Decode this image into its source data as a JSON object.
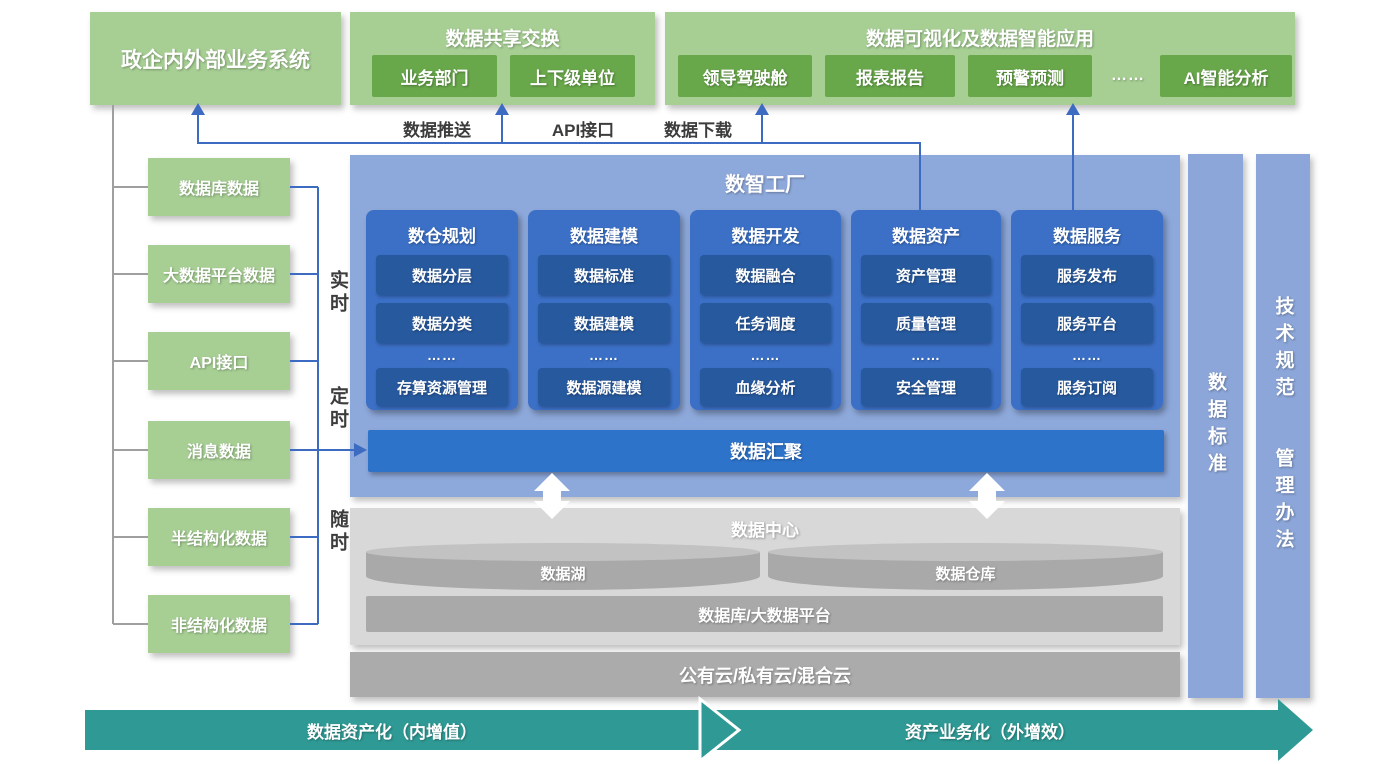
{
  "top": {
    "external_system": "政企内外部业务系统",
    "sharing": {
      "title": "数据共享交换",
      "items": [
        "业务部门",
        "上下级单位"
      ]
    },
    "apps": {
      "title": "数据可视化及数据智能应用",
      "items": [
        "领导驾驶舱",
        "报表报告",
        "预警预测",
        "……",
        "AI智能分析"
      ]
    }
  },
  "flow_labels": {
    "push": "数据推送",
    "api": "API接口",
    "download": "数据下载"
  },
  "sources": {
    "items": [
      "数据库数据",
      "大数据平台数据",
      "API接口",
      "消息数据",
      "半结构化数据",
      "非结构化数据"
    ],
    "timing": [
      "实时",
      "定时",
      "随时"
    ]
  },
  "factory": {
    "title": "数智工厂",
    "columns": [
      {
        "title": "数仓规划",
        "items": [
          "数据分层",
          "数据分类",
          "……",
          "存算资源管理"
        ]
      },
      {
        "title": "数据建模",
        "items": [
          "数据标准",
          "数据建模",
          "……",
          "数据源建模"
        ]
      },
      {
        "title": "数据开发",
        "items": [
          "数据融合",
          "任务调度",
          "……",
          "血缘分析"
        ]
      },
      {
        "title": "数据资产",
        "items": [
          "资产管理",
          "质量管理",
          "……",
          "安全管理"
        ]
      },
      {
        "title": "数据服务",
        "items": [
          "服务发布",
          "服务平台",
          "……",
          "服务订阅"
        ]
      }
    ],
    "aggregation": "数据汇聚"
  },
  "datacenter": {
    "title": "数据中心",
    "cylinders": [
      "数据湖",
      "数据仓库"
    ],
    "platform": "数据库/大数据平台"
  },
  "cloud": "公有云/私有云/混合云",
  "governance": {
    "bar1": "数据标准",
    "bar2_top": "技术规范",
    "bar2_bottom": "管理办法"
  },
  "bottom_arrows": {
    "left": "数据资产化（内增值）",
    "right": "资产业务化（外增效）"
  },
  "icons": {
    "up_arrow": "arrow-up",
    "right_arrow": "arrow-right",
    "exchange_arrow": "arrow-up-down"
  },
  "colors": {
    "green_light": "#a7cf94",
    "green_dark": "#68a74a",
    "blue_bg": "#8da8da",
    "blue_column": "#3b70c6",
    "blue_item": "#27599e",
    "blue_aggregation": "#2d73ca",
    "gray_container": "#d8d8d8",
    "gray_bar": "#a9a9a9",
    "cloud_gray": "#ababab",
    "teal": "#2f9a95",
    "line_blue": "#3e6bc2",
    "line_gray": "#9f9f9f",
    "label_dark": "#3c3c3c"
  }
}
